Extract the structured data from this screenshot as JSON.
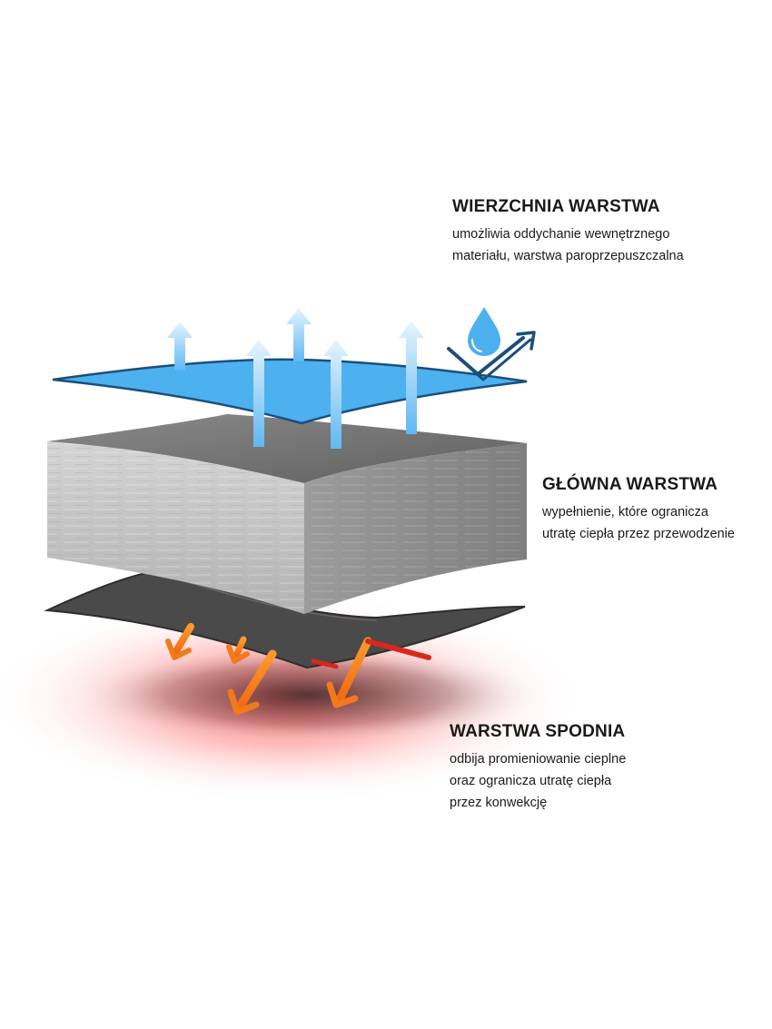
{
  "layers": {
    "top": {
      "title": "WIERZCHNIA WARSTWA",
      "description_lines": [
        "umożliwia oddychanie wewnętrznego",
        "materiału, warstwa paroprzepuszczalna"
      ],
      "color": "#4db0ef",
      "icon": "water-drop-icon"
    },
    "middle": {
      "title": "GŁÓWNA WARSTWA",
      "description_lines": [
        "wypełnienie, które ogranicza",
        "utratę ciepła przez przewodzenie"
      ],
      "color": "#b9b9b9"
    },
    "bottom": {
      "title": "WARSTWA SPODNIA",
      "description_lines": [
        "odbija promieniowanie cieplne",
        "oraz ogranicza utratę ciepła",
        "przez konwekcję"
      ],
      "color": "#4a4a4a",
      "heat_color": "#f07a1c"
    }
  }
}
